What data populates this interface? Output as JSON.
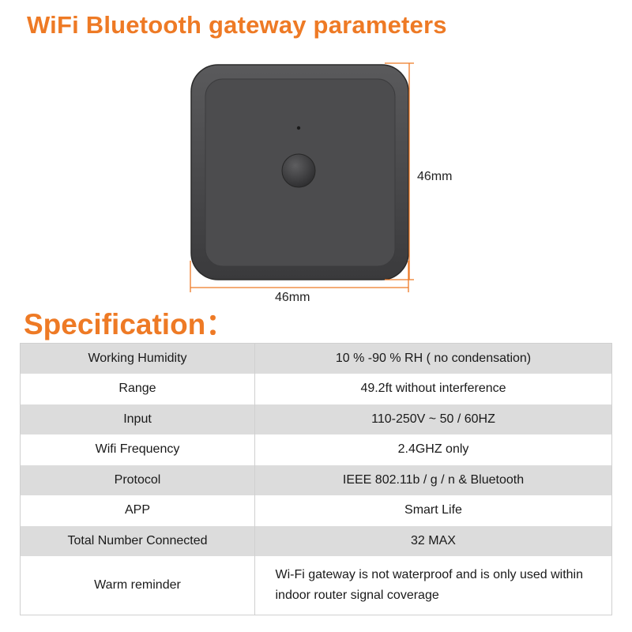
{
  "header": {
    "title": "WiFi Bluetooth gateway parameters"
  },
  "device": {
    "height_label": "46mm",
    "width_label": "46mm",
    "body_color": "#4a4a4c",
    "accent_color": "#EE7A25"
  },
  "spec": {
    "title": "Specification：",
    "rows": [
      {
        "label": "Working Humidity",
        "value": "10 % -90 % RH ( no condensation)"
      },
      {
        "label": "Range",
        "value": "49.2ft without interference"
      },
      {
        "label": "Input",
        "value": "110-250V ~ 50 / 60HZ"
      },
      {
        "label": "Wifi Frequency",
        "value": "2.4GHZ only"
      },
      {
        "label": "Protocol",
        "value": "IEEE 802.11b / g / n & Bluetooth"
      },
      {
        "label": "APP",
        "value": "Smart Life"
      },
      {
        "label": "Total Number Connected",
        "value": "32 MAX"
      },
      {
        "label": "Warm reminder",
        "value": "Wi-Fi gateway is not waterproof and is only used within indoor router signal coverage"
      }
    ]
  }
}
